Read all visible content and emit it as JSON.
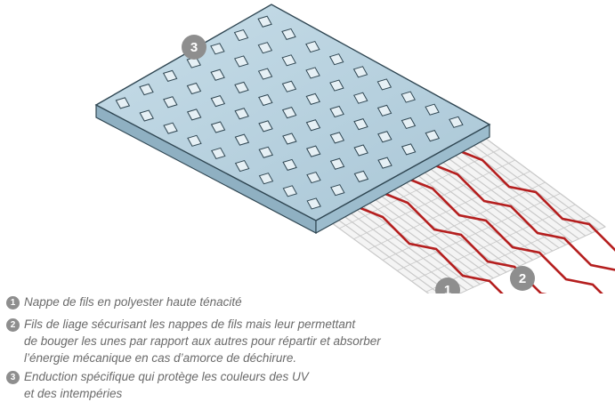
{
  "diagram": {
    "callouts": [
      {
        "number": "1"
      },
      {
        "number": "2"
      },
      {
        "number": "3"
      }
    ]
  },
  "legend": {
    "items": [
      {
        "number": "1",
        "text": "Nappe de fils en polyester haute ténacité"
      },
      {
        "number": "2",
        "text": "Fils de liage sécurisant les nappes de fils mais leur permettant\nde bouger les unes par rapport aux autres pour répartir et absorber\nl’énergie mécanique en cas d’amorce de déchirure."
      },
      {
        "number": "3",
        "text": "Enduction spécifique qui protège les couleurs des UV\net des intempéries"
      }
    ]
  },
  "colors": {
    "coating_top": "#b9d3e0",
    "coating_side": "#8fb0c2",
    "coating_outline": "#2f4652",
    "binding_thread": "#b51f1f",
    "yarn": "#c9c9c9",
    "badge": "#8e8e8e",
    "legend_text": "#6a6a6a"
  }
}
